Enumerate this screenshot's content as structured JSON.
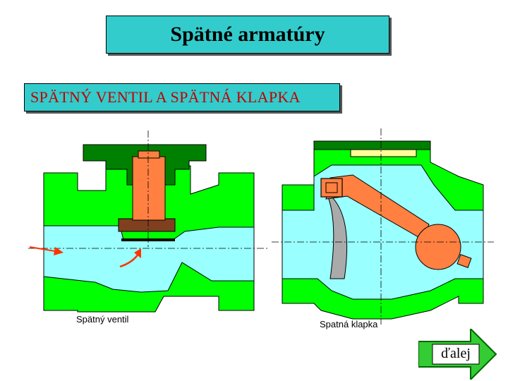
{
  "header": {
    "title": "Spätné armatúry"
  },
  "subheader": {
    "text": "SPÄTNÝ VENTIL A SPÄTNÁ KLAPKA"
  },
  "figures": {
    "left_caption": "Spätný ventil",
    "right_caption": "Spatná klapka"
  },
  "navigation": {
    "next_label": "ďalej"
  },
  "colors": {
    "body": "#00ff00",
    "fluid": "#99ffff",
    "plug": "#ff8040",
    "plug_base": "#804020",
    "bonnet": "#008000",
    "cap": "#ffff99",
    "flap": "#aaaaaa",
    "arrow": "#ff3300",
    "next_button": "#33cc33"
  },
  "icons": {
    "next": "right-arrow-icon"
  }
}
